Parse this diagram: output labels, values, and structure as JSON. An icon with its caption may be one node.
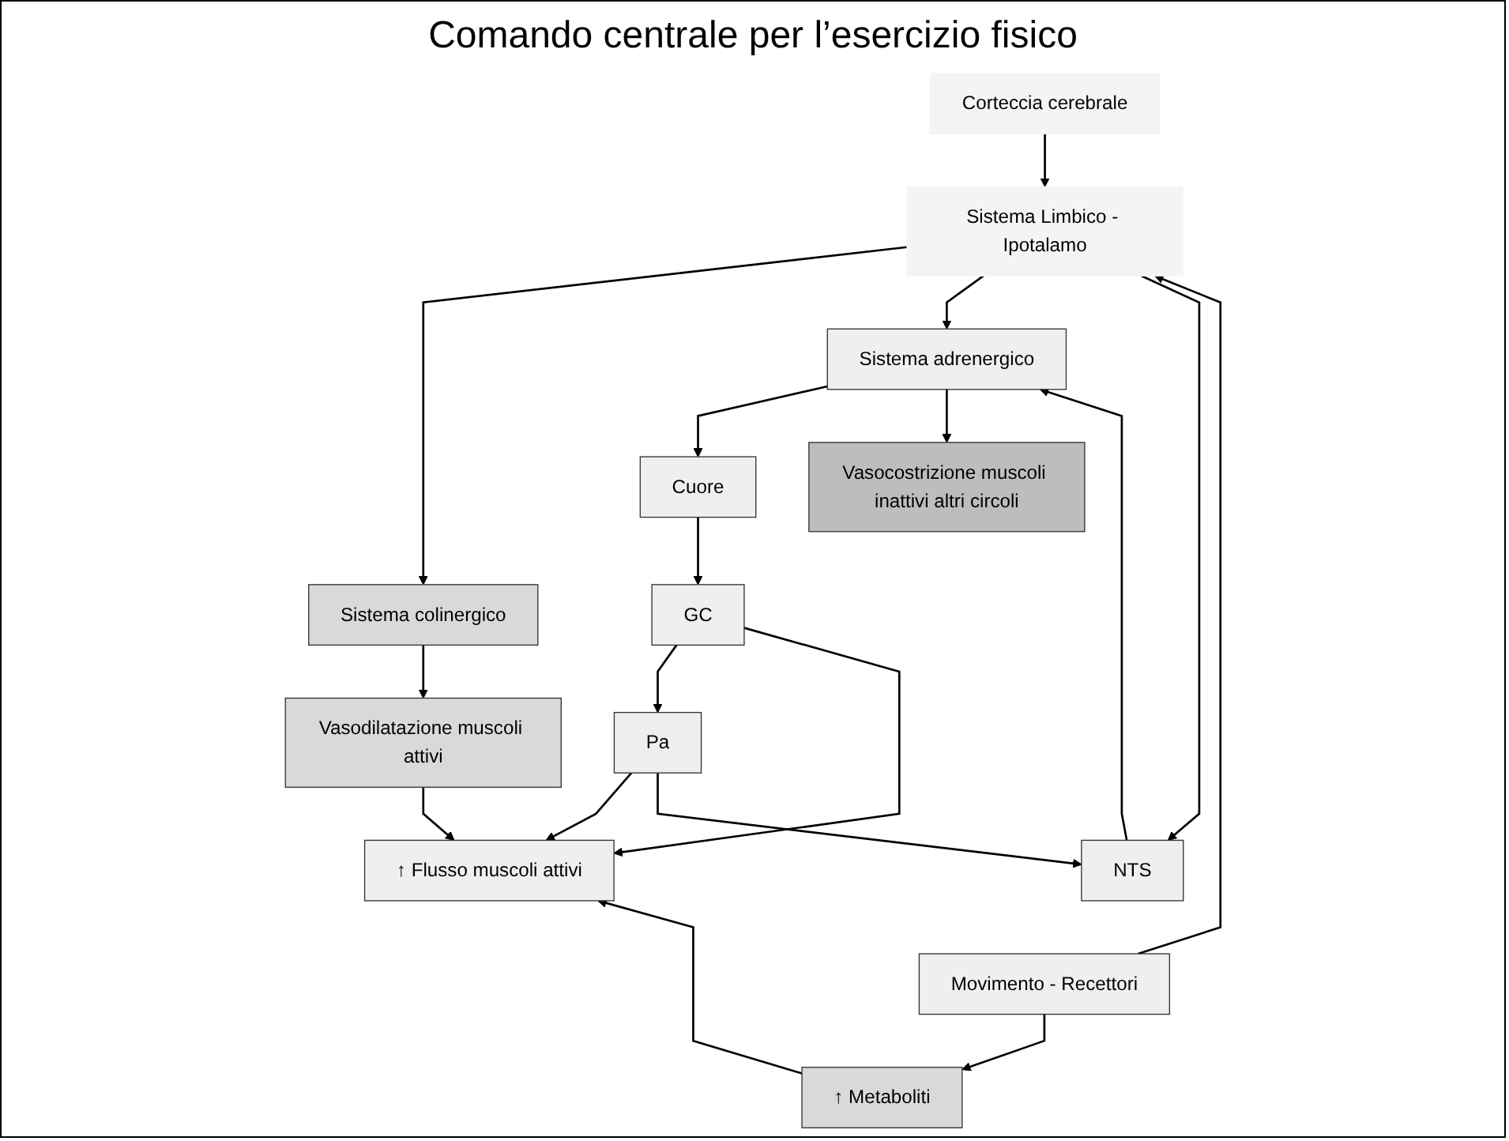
{
  "diagram": {
    "title": "Comando centrale per l’esercizio fisico",
    "nodes": [
      {
        "text": [
          "Corteccia cerebrale"
        ]
      },
      {
        "text": [
          "Sistema Limbico - Ipotalamo"
        ]
      },
      {
        "text": [
          "NTS"
        ]
      },
      {
        "text": [
          "Sistema colinergico"
        ]
      },
      {
        "text": [
          "Sistema adrenergico"
        ]
      },
      {
        "text": [
          "Vasodilatazione muscoli attivi"
        ]
      },
      {
        "text": [
          "Cuore"
        ]
      },
      {
        "text": [
          "Vasocostrizione muscoli inattivi altri circoli"
        ]
      },
      {
        "text": [
          "↑ Flusso muscoli attivi"
        ]
      },
      {
        "text": [
          "GC"
        ]
      },
      {
        "text": [
          "Pa"
        ]
      },
      {
        "text": [
          "↑ Metaboliti"
        ]
      },
      {
        "text": [
          "Movimento - Recettori"
        ]
      }
    ],
    "edges": [
      {
        "from": 0,
        "to": 1,
        "arrow": "to"
      },
      {
        "from": 1,
        "to": 3,
        "arrow": "to"
      },
      {
        "from": 1,
        "to": 4,
        "arrow": "to"
      },
      {
        "from": 1,
        "to": 2,
        "arrow": "to"
      },
      {
        "from": 2,
        "to": 4,
        "arrow": "to"
      },
      {
        "from": 3,
        "to": 5,
        "arrow": "to"
      },
      {
        "from": 4,
        "to": 6,
        "arrow": "to"
      },
      {
        "from": 4,
        "to": 7,
        "arrow": "to"
      },
      {
        "from": 5,
        "to": 8,
        "arrow": "to"
      },
      {
        "from": 6,
        "to": 9,
        "arrow": "to"
      },
      {
        "from": 9,
        "to": 10,
        "arrow": "to"
      },
      {
        "from": 9,
        "to": 8,
        "arrow": "to"
      },
      {
        "from": 10,
        "to": 8,
        "arrow": "to"
      },
      {
        "from": 10,
        "to": 2,
        "arrow": "to"
      },
      {
        "from": 11,
        "to": 8,
        "arrow": "to"
      },
      {
        "from": 12,
        "to": 11,
        "arrow": "to"
      },
      {
        "from": 12,
        "to": 1,
        "arrow": "to"
      }
    ]
  }
}
